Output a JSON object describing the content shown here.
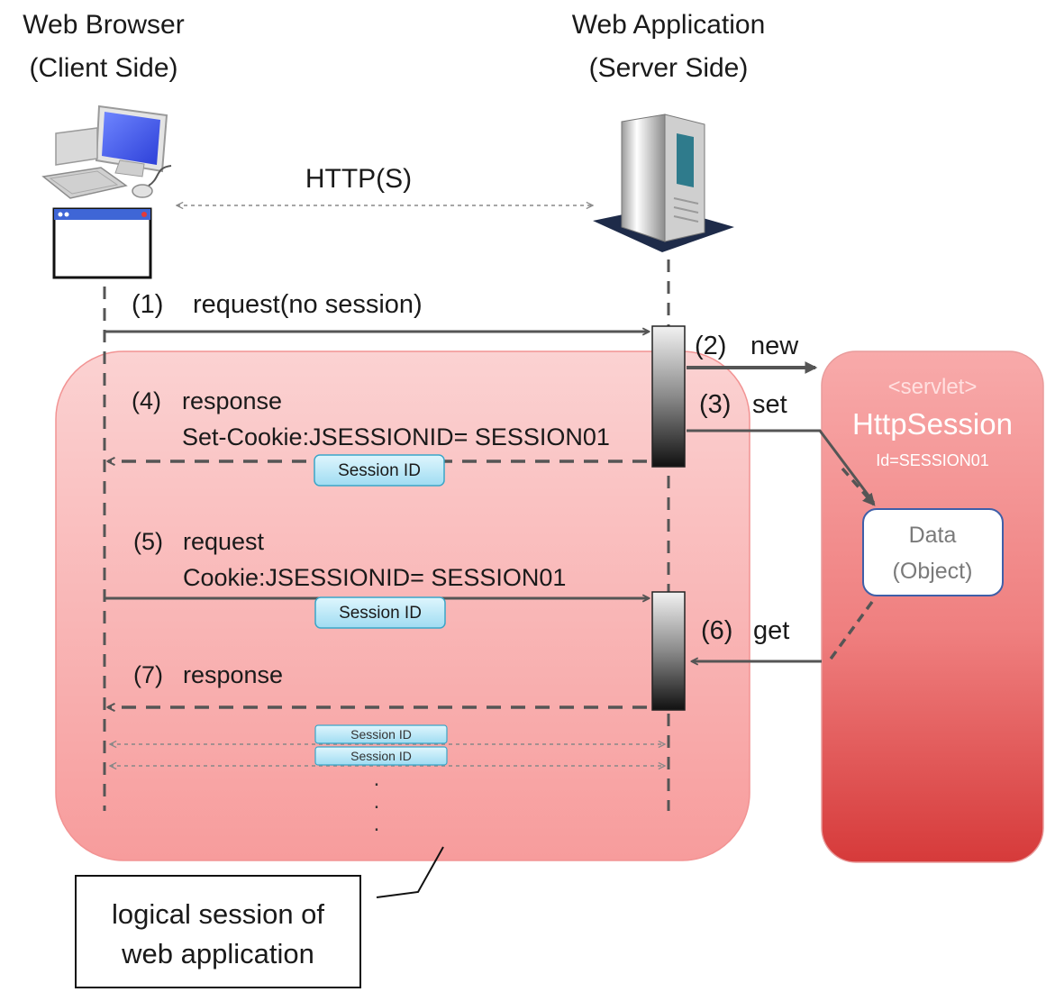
{
  "header": {
    "client_title_1": "Web Browser",
    "client_title_2": "(Client Side)",
    "server_title_1": "Web Application",
    "server_title_2": "(Server Side)"
  },
  "protocol_label": "HTTP(S)",
  "steps": {
    "s1_num": "(1)",
    "s1_text": "request(no session)",
    "s2_num": "(2)",
    "s2_text": "new",
    "s3_num": "(3)",
    "s3_text": "set",
    "s4_num": "(4)",
    "s4_text": "response",
    "s4_header": "Set-Cookie:JSESSIONID= SESSION01",
    "s5_num": "(5)",
    "s5_text": "request",
    "s5_header": "Cookie:JSESSIONID= SESSION01",
    "s6_num": "(6)",
    "s6_text": "get",
    "s7_num": "(7)",
    "s7_text": "response"
  },
  "session_badge": "Session ID",
  "small_badge": "Session ID",
  "ellipsis": ".",
  "http_session": {
    "stereotype": "<servlet>",
    "name": "HttpSession",
    "id": "Id=SESSION01",
    "data_1": "Data",
    "data_2": "(Object)"
  },
  "caption": {
    "line1": "logical session of",
    "line2": "web application"
  },
  "colors": {
    "session_region_top": "#f9c9c9",
    "session_region_bottom": "#f7a0a0",
    "http_session_top": "#f7a5a5",
    "http_session_bottom": "#d83b3b",
    "badge_fill": "#b9eaf7",
    "badge_stroke": "#3aa6c8",
    "line": "#555555"
  }
}
